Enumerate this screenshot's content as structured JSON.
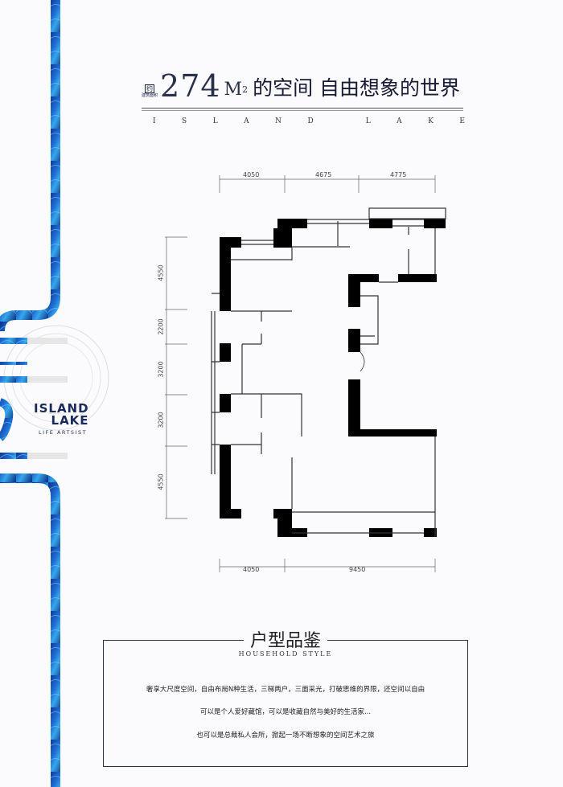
{
  "header": {
    "badge_main": "约",
    "badge_sub": "建筑面积",
    "area_number": "274",
    "area_unit": "M",
    "area_sup": "2",
    "headline": "的空间 自由想象的世界",
    "subtitle_letters": [
      "I",
      "S",
      "L",
      "A",
      "N",
      "D",
      "",
      "L",
      "A",
      "K",
      "E"
    ]
  },
  "logo": {
    "line1": "ISLAND",
    "line2": "LAKE",
    "tagline": "LIFE  ARTSIST"
  },
  "floorplan": {
    "top_dims": [
      "4050",
      "4675",
      "4775"
    ],
    "bottom_dims": [
      "4050",
      "9450"
    ],
    "left_dims": [
      "4550",
      "2200",
      "3200",
      "3200",
      "4550"
    ]
  },
  "description": {
    "title": "户型品鉴",
    "subtitle": "HOUSEHOLD STYLE",
    "lines": [
      "奢享大尺度空间，自由布局N种生活，三梯两户，三面采光，打破思维的界限，还空间以自由",
      "可以是个人爱好藏馆，可以是收藏自然与美好的生活家...",
      "也可以是总裁私人会所，掀起一场不断想象的空间艺术之旅"
    ]
  },
  "colors": {
    "accent_blue": "#1a4fb8",
    "navy": "#1c2140"
  }
}
